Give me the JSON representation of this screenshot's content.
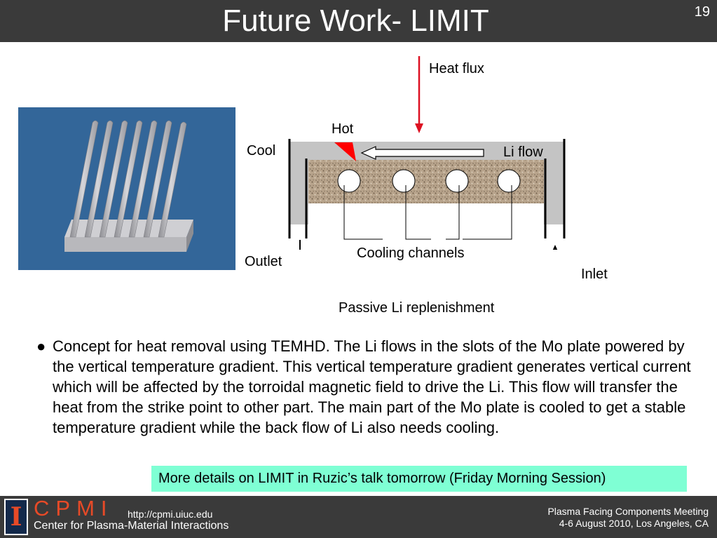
{
  "slide": {
    "title": "Future Work- LIMIT",
    "number": "19"
  },
  "diagram": {
    "heat_flux": "Heat flux",
    "hot": "Hot",
    "cool": "Cool",
    "li_flow": "Li flow",
    "cooling_channels": "Cooling channels",
    "outlet": "Outlet",
    "inlet": "Inlet",
    "passive_replenishment": "Passive Li replenishment"
  },
  "body": {
    "bullet_symbol": "●",
    "paragraph": "Concept for heat removal using TEMHD. The Li flows in the slots of the Mo plate powered by the vertical temperature gradient. This vertical temperature gradient generates vertical current which will be affected by the torroidal magnetic field to drive the Li. This flow will transfer the heat from the strike point to other part. The main part of the Mo plate is cooled to get a stable temperature gradient while the back flow of Li also needs cooling."
  },
  "note": "More details on LIMIT in Ruzic’s talk  tomorrow (Friday Morning Session)",
  "footer": {
    "logo_letter": "I",
    "org_short": "CPMI",
    "url": "http://cpmi.uiuc.edu",
    "org_name": "Center for Plasma-Material Interactions",
    "meeting_line1": "Plasma Facing Components Meeting",
    "meeting_line2": "4-6 August 2010, Los Angeles, CA"
  },
  "colors": {
    "title_bar": "#3a3a3a",
    "heat_flux_arrow": "#dd1122",
    "hot_marker": "#ff0000",
    "note_background": "#7fffd4",
    "logo_orange": "#e84a27",
    "logo_blue": "#13294b",
    "image_background": "#336699"
  }
}
